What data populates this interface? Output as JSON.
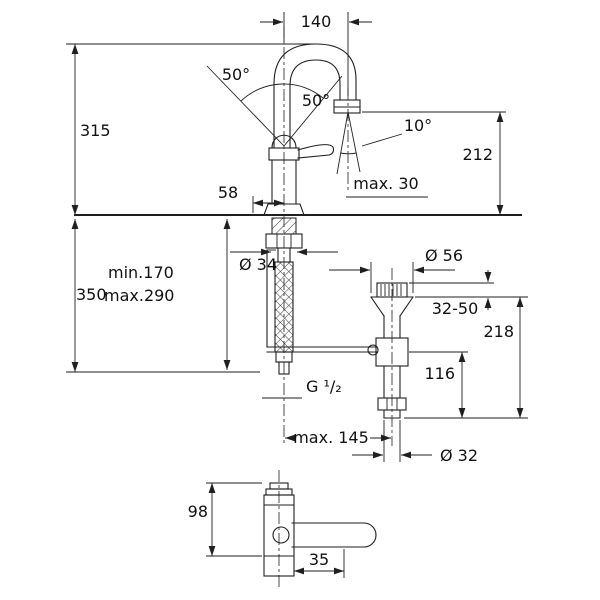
{
  "canvas": {
    "background": "#ffffff",
    "line_color": "#1f1f1f",
    "text_color": "#111111"
  },
  "labels": {
    "spout_reach": "140",
    "swivel_left": "50°",
    "swivel_right": "50°",
    "spray_angle": "10°",
    "total_height": "315",
    "outlet_height": "212",
    "handle_offset_top": "58",
    "max_deck_thickness": "max. 30",
    "mounting_hole_diameter": "Ø 34",
    "waste_flange_diameter": "Ø 56",
    "hose_min": "min.170",
    "hose_max": "max.290",
    "below_deck_depth": "350",
    "waste_adjust_range": "32-50",
    "waste_height": "218",
    "waste_lower_height": "116",
    "supply_thread": "G ¹/₂",
    "max_waste_distance": "max. 145",
    "waste_pipe_diameter": "Ø 32",
    "handle_detail_height": "98",
    "handle_detail_offset": "35"
  }
}
